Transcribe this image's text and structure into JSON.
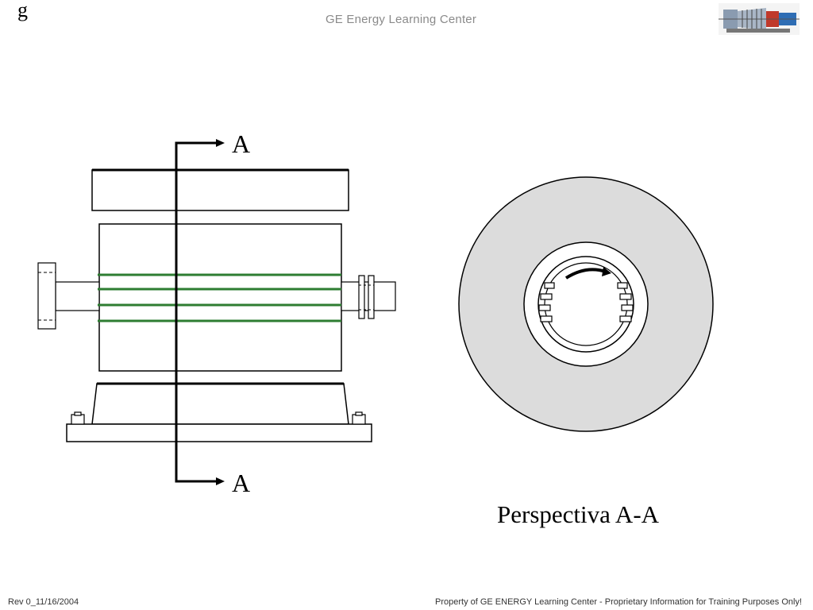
{
  "header": {
    "logo_letter": "g",
    "title": "GE Energy Learning Center"
  },
  "diagram": {
    "section_label_top": "A",
    "section_label_bottom": "A",
    "caption": "Perspectiva A-A",
    "winding_color": "#2e7d32",
    "disc_fill": "#dcdcdc"
  },
  "footer": {
    "revision": "Rev 0_11/16/2004",
    "notice": "Property of GE ENERGY Learning Center - Proprietary Information for Training Purposes Only!"
  }
}
